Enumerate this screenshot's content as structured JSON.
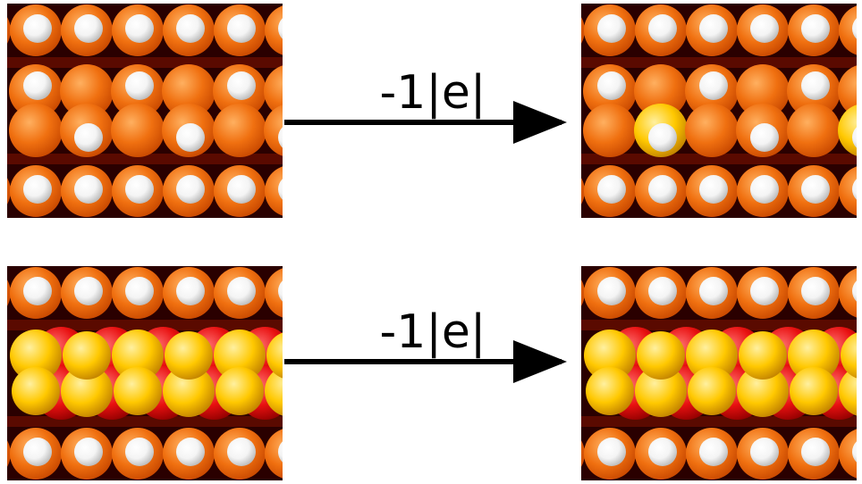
{
  "arrows": [
    {
      "label": "-1|e|"
    },
    {
      "label": "-1|e|"
    }
  ],
  "colors": {
    "background_dark": "#2a0000",
    "orange": "#f07010",
    "orange_dark": "#c84800",
    "white_atom": "#f4f4f4",
    "red": "#e81010",
    "yellow": "#ffc800",
    "arrow": "#000000"
  },
  "panels": [
    {
      "id": "top-left",
      "middle_row": [
        "orange",
        "orange",
        "orange",
        "orange",
        "orange",
        "orange"
      ],
      "middle_caps": [
        "white-top",
        "white-bottom",
        "white-top",
        "white-bottom",
        "white-top",
        "white-bottom"
      ]
    },
    {
      "id": "top-right",
      "middle_row": [
        "orange",
        "yellow",
        "orange",
        "orange",
        "orange",
        "yellow"
      ],
      "middle_caps": [
        "white-top",
        "white-bottom",
        "white-top",
        "white-bottom",
        "white-top",
        "white-bottom"
      ]
    },
    {
      "id": "bottom-left",
      "middle_row": [
        "red-yellow",
        "red-yellow",
        "red-yellow",
        "red-yellow",
        "red-yellow",
        "red-yellow"
      ]
    },
    {
      "id": "bottom-right",
      "middle_row": [
        "red-yellow",
        "red-yellow",
        "red-yellow",
        "red-yellow",
        "red-yellow",
        "red-yellow"
      ]
    }
  ]
}
